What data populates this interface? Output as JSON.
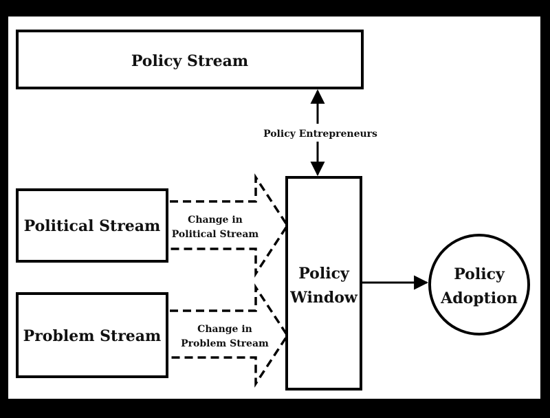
{
  "diagram": {
    "policy_stream": "Policy Stream",
    "policy_entrepreneurs": "Policy Entrepreneurs",
    "political_stream": "Political Stream",
    "problem_stream": "Problem Stream",
    "change_political": [
      "Change in",
      "Political Stream"
    ],
    "change_problem": [
      "Change in",
      "Problem Stream"
    ],
    "policy_window": [
      "Policy",
      "Window"
    ],
    "policy_adoption": [
      "Policy",
      "Adoption"
    ]
  }
}
